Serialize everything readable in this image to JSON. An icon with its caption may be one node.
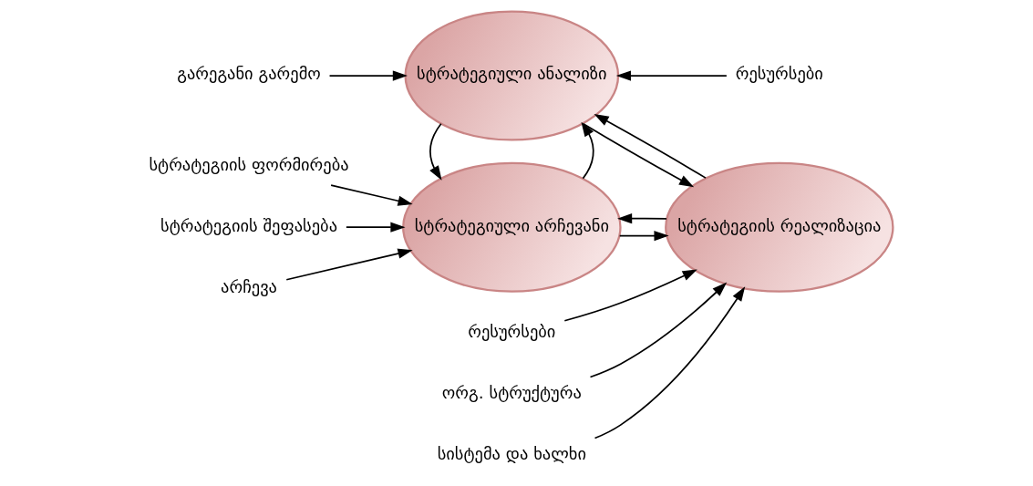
{
  "diagram": {
    "nodes": [
      {
        "text": [
          "სტრატეგიული ანალიზი"
        ]
      },
      {
        "text": [
          "გარეგანი გარემო"
        ]
      },
      {
        "text": [
          "რესურსები"
        ]
      },
      {
        "text": [
          "სტრატეგიის ფორმირება"
        ]
      },
      {
        "text": [
          "სტრატეგიის შეფასება"
        ]
      },
      {
        "text": [
          "სტრატეგიული არჩევანი"
        ]
      },
      {
        "text": [
          "არჩევა"
        ]
      },
      {
        "text": [
          "სტრატეგიის რეალიზაცია"
        ]
      },
      {
        "text": [
          "რესურსები"
        ]
      },
      {
        "text": [
          "ორგ. სტრუქტურა"
        ]
      },
      {
        "text": [
          "სისტემა და ხალხი"
        ]
      }
    ],
    "edges": [
      {
        "from": 1,
        "to": 0,
        "arrow": "to"
      },
      {
        "from": 2,
        "to": 0,
        "arrow": "to"
      },
      {
        "from": 5,
        "to": 0,
        "arrow": "to"
      },
      {
        "from": 0,
        "to": 5,
        "arrow": "to"
      },
      {
        "from": 7,
        "to": 0,
        "arrow": "to"
      },
      {
        "from": 0,
        "to": 7,
        "arrow": "to"
      },
      {
        "from": 7,
        "to": 5,
        "arrow": "to"
      },
      {
        "from": 5,
        "to": 7,
        "arrow": "to"
      },
      {
        "from": 3,
        "to": 5,
        "arrow": "to"
      },
      {
        "from": 4,
        "to": 5,
        "arrow": "to"
      },
      {
        "from": 6,
        "to": 5,
        "arrow": "to"
      },
      {
        "from": 8,
        "to": 7,
        "arrow": "to"
      },
      {
        "from": 9,
        "to": 7,
        "arrow": "to"
      },
      {
        "from": 10,
        "to": 7,
        "arrow": "to"
      }
    ]
  }
}
